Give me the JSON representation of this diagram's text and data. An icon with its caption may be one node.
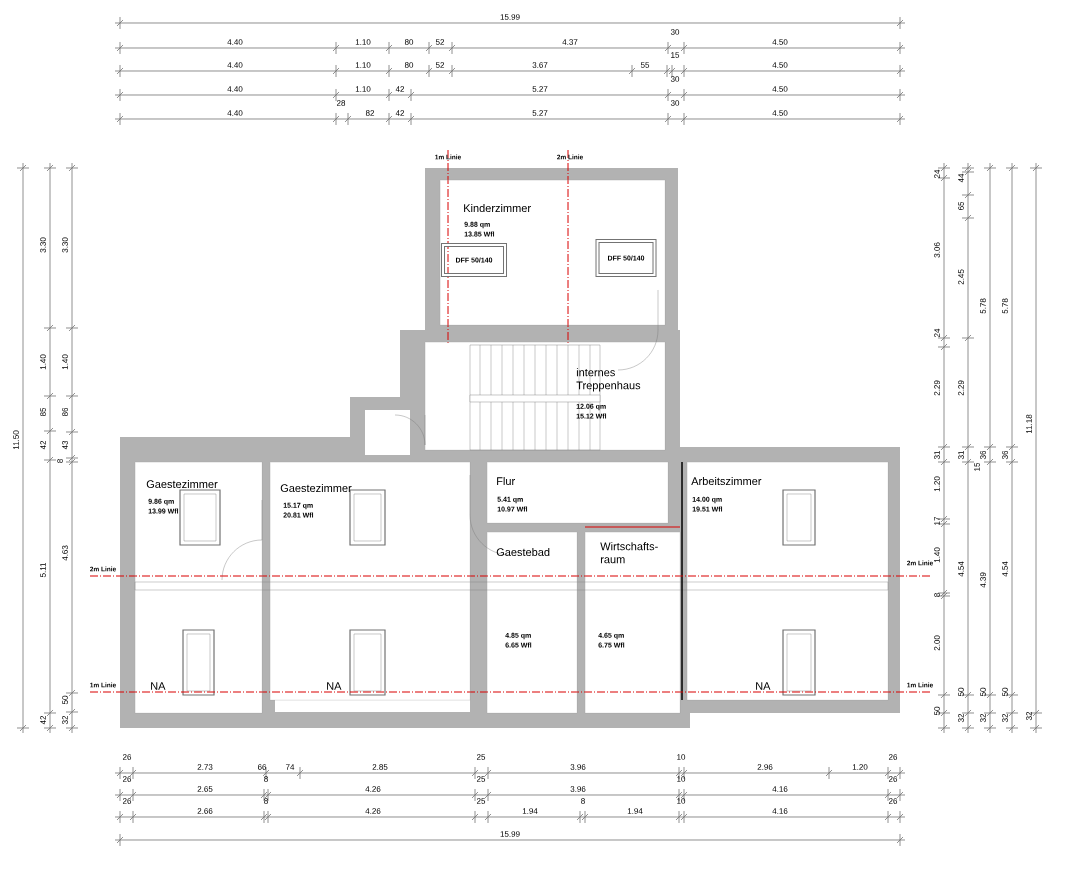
{
  "diagram": {
    "nodes": [
      {
        "text": [
          "Kinderzimmer",
          "9.88 qm",
          "13.85 Wfl"
        ]
      },
      {
        "text": [
          "DFF 50/140"
        ],
        "in": 0
      },
      {
        "text": [
          "DFF 50/140"
        ],
        "in": 0
      },
      {
        "text": [
          "internes Treppenhaus",
          "12.06 qm",
          "15.12 Wfl"
        ]
      },
      {
        "text": [
          "Gaestezimmer",
          "9.86 qm",
          "13.99 Wfl",
          "NA"
        ]
      },
      {
        "text": [
          "Gaestezimmer",
          "15.17 qm",
          "20.81 Wfl",
          "NA"
        ]
      },
      {
        "text": [
          "Flur",
          "5.41 qm",
          "10.97 Wfl"
        ]
      },
      {
        "text": [
          "Arbeitszimmer",
          "14.00 qm",
          "19.51 Wfl",
          "NA"
        ]
      },
      {
        "text": [
          "Gaestebad",
          "4.85 qm",
          "6.65 Wfl"
        ]
      },
      {
        "text": [
          "Wirtschafts- raum",
          "4.65 qm",
          "6.75 Wfl"
        ]
      }
    ],
    "labels": [
      "15.99",
      "4.40",
      "1.10",
      "80",
      "52",
      "4.37",
      "30",
      "4.50",
      "4.40",
      "1.10",
      "80",
      "52",
      "3.67",
      "55",
      "15",
      "4.50",
      "4.40",
      "1.10",
      "42",
      "5.27",
      "30",
      "4.50",
      "4.40",
      "28",
      "82",
      "42",
      "5.27",
      "30",
      "4.50",
      "1m Linie",
      "2m Linie",
      "11.50",
      "3.30",
      "1.40",
      "85",
      "42",
      "5.11",
      "42",
      "3.30",
      "1.40",
      "86",
      "43",
      "8",
      "4.63",
      "50",
      "32",
      "24",
      "3.06",
      "24",
      "2.29",
      "31",
      "1.20",
      "17",
      "1.40",
      "8",
      "2.00",
      "50",
      "44",
      "65",
      "2.45",
      "2.29",
      "31",
      "4.54",
      "50",
      "32",
      "5.78",
      "36",
      "15",
      "4.39",
      "50",
      "32",
      "5.78",
      "36",
      "4.54",
      "50",
      "32",
      "11.18",
      "32",
      "2m Linie",
      "1m Linie",
      "2m Linie",
      "1m Linie",
      "26",
      "2.73",
      "66",
      "74",
      "2.85",
      "25",
      "3.96",
      "10",
      "2.96",
      "1.20",
      "26",
      "26",
      "2.65",
      "8",
      "4.26",
      "25",
      "3.96",
      "10",
      "4.16",
      "26",
      "26",
      "2.66",
      "8",
      "4.26",
      "25",
      "1.94",
      "8",
      "1.94",
      "10",
      "4.16",
      "26",
      "15.99"
    ]
  }
}
